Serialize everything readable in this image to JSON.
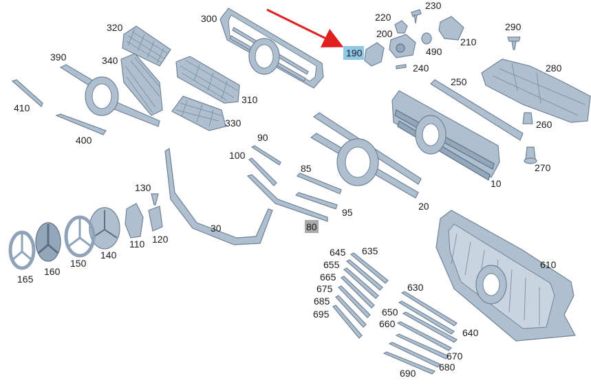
{
  "diagram": {
    "highlight_colors": {
      "selected": "#8fc6e6",
      "secondary": "#a9a9a9",
      "arrow": "#e02020"
    },
    "labels": [
      {
        "id": "10",
        "text": "10"
      },
      {
        "id": "20",
        "text": "20"
      },
      {
        "id": "30",
        "text": "30"
      },
      {
        "id": "80",
        "text": "80"
      },
      {
        "id": "85",
        "text": "85"
      },
      {
        "id": "90",
        "text": "90"
      },
      {
        "id": "95",
        "text": "95"
      },
      {
        "id": "100",
        "text": "100"
      },
      {
        "id": "110",
        "text": "110"
      },
      {
        "id": "120",
        "text": "120"
      },
      {
        "id": "130",
        "text": "130"
      },
      {
        "id": "140",
        "text": "140"
      },
      {
        "id": "150",
        "text": "150"
      },
      {
        "id": "160",
        "text": "160"
      },
      {
        "id": "165",
        "text": "165"
      },
      {
        "id": "190",
        "text": "190"
      },
      {
        "id": "200",
        "text": "200"
      },
      {
        "id": "210",
        "text": "210"
      },
      {
        "id": "220",
        "text": "220"
      },
      {
        "id": "230",
        "text": "230"
      },
      {
        "id": "240",
        "text": "240"
      },
      {
        "id": "250",
        "text": "250"
      },
      {
        "id": "260",
        "text": "260"
      },
      {
        "id": "270",
        "text": "270"
      },
      {
        "id": "280",
        "text": "280"
      },
      {
        "id": "290",
        "text": "290"
      },
      {
        "id": "300",
        "text": "300"
      },
      {
        "id": "310",
        "text": "310"
      },
      {
        "id": "320",
        "text": "320"
      },
      {
        "id": "330",
        "text": "330"
      },
      {
        "id": "340",
        "text": "340"
      },
      {
        "id": "390",
        "text": "390"
      },
      {
        "id": "400",
        "text": "400"
      },
      {
        "id": "410",
        "text": "410"
      },
      {
        "id": "490",
        "text": "490"
      },
      {
        "id": "610",
        "text": "610"
      },
      {
        "id": "630",
        "text": "630"
      },
      {
        "id": "635",
        "text": "635"
      },
      {
        "id": "640",
        "text": "640"
      },
      {
        "id": "645",
        "text": "645"
      },
      {
        "id": "650",
        "text": "650"
      },
      {
        "id": "655",
        "text": "655"
      },
      {
        "id": "660",
        "text": "660"
      },
      {
        "id": "665",
        "text": "665"
      },
      {
        "id": "670",
        "text": "670"
      },
      {
        "id": "675",
        "text": "675"
      },
      {
        "id": "680",
        "text": "680"
      },
      {
        "id": "685",
        "text": "685"
      },
      {
        "id": "690",
        "text": "690"
      },
      {
        "id": "695",
        "text": "695"
      }
    ],
    "selected_label": "190",
    "secondary_label": "80"
  }
}
